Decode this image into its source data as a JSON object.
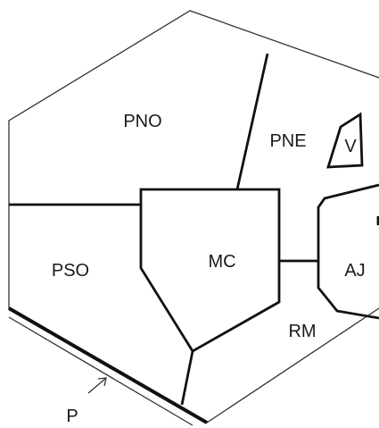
{
  "labels": {
    "pno": "PNO",
    "pne": "PNE",
    "v": "V",
    "mc": "MC",
    "pso": "PSO",
    "aj": "AJ",
    "rm": "RM",
    "p": "P"
  },
  "colors": {
    "line": "#111111",
    "outline": "#333333",
    "background": "#ffffff"
  }
}
